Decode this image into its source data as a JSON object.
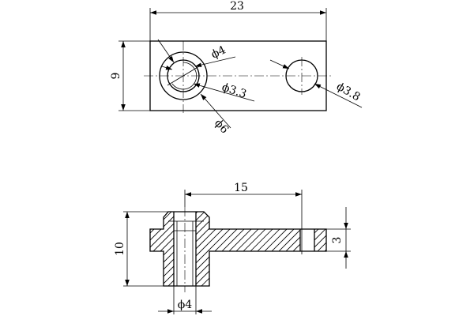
{
  "top_view": {
    "dim_width": "23",
    "dim_height": "9",
    "dim_bore_outer": "ϕ4",
    "dim_bore_thread": "ϕ3.3",
    "dim_counterbore": "ϕ6",
    "dim_hole_right": "ϕ3.8"
  },
  "section_view": {
    "dim_hole_spacing": "15",
    "dim_total_height": "10",
    "dim_plate_thickness": "3",
    "dim_boss_bore": "ϕ4"
  },
  "colors": {
    "line": "#000000",
    "background": "#ffffff"
  }
}
